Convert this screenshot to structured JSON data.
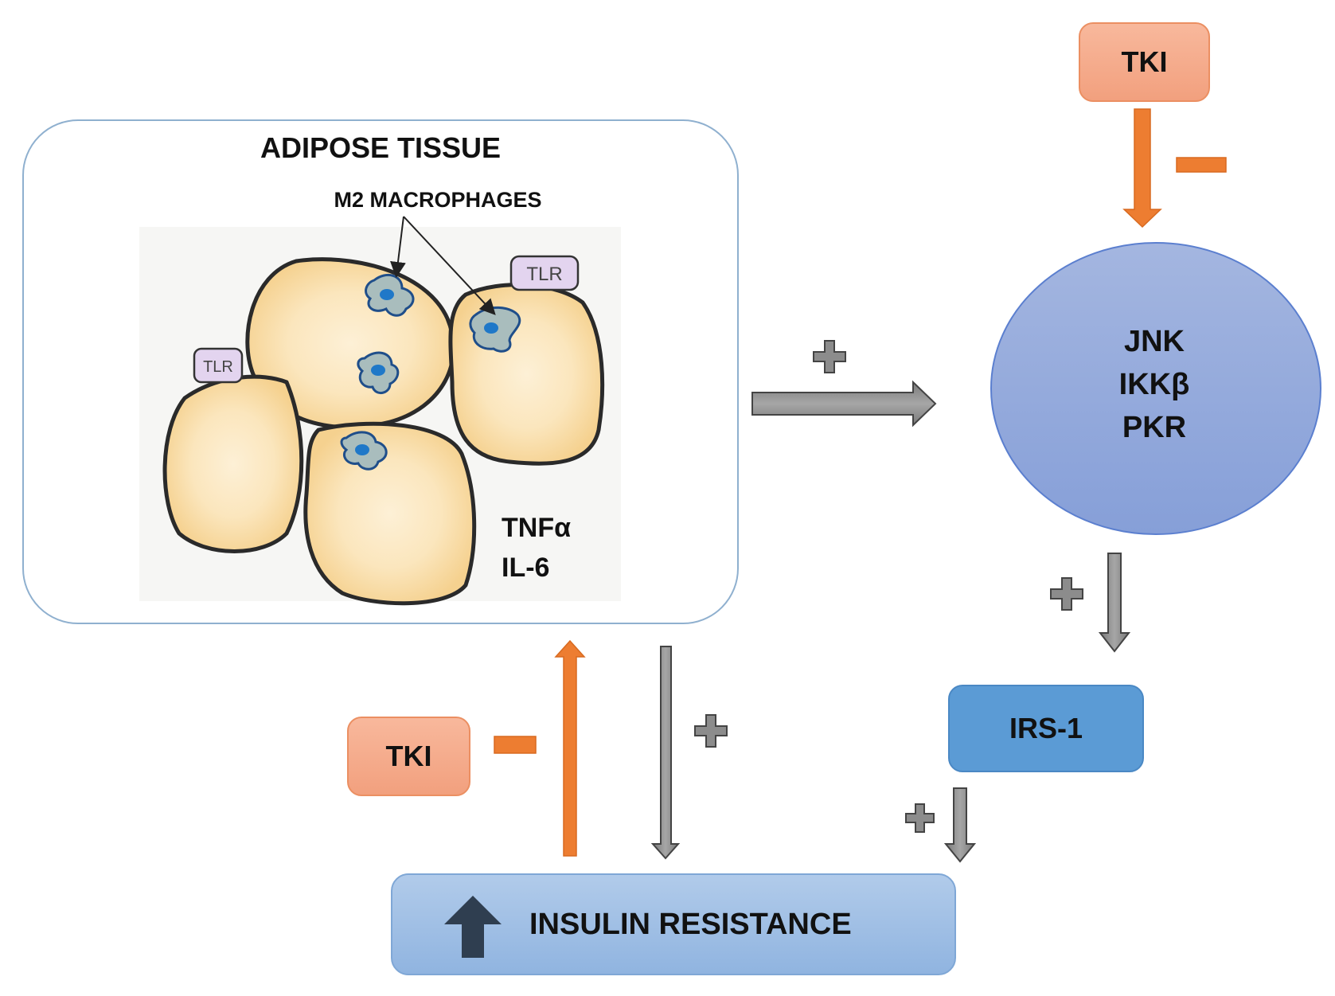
{
  "adipose_tissue": {
    "title": "ADIPOSE TISSUE",
    "macrophage_label": "M2 MACROPHAGES",
    "receptor_labels": [
      "TLR",
      "TLR"
    ],
    "cytokines": [
      "TNFα",
      "IL-6"
    ]
  },
  "tki_top": {
    "label": "TKI",
    "effect": "−"
  },
  "tki_left": {
    "label": "TKI",
    "effect": "−"
  },
  "kinases": {
    "lines": [
      "JNK",
      "IKKβ",
      "PKR"
    ]
  },
  "irs": {
    "label": "IRS-1"
  },
  "insulin_resistance": {
    "label": "INSULIN RESISTANCE",
    "icon": "up-arrow-icon"
  },
  "arrows": {
    "tissue_to_kinases": "+",
    "kinases_to_irs": "+",
    "irs_to_insulin_resistance": "+",
    "tissue_to_insulin_resistance": "+",
    "insulin_resistance_to_tissue_inhibited": "−"
  },
  "colors": {
    "orange": "#ed7d31",
    "gray_arrow": "#8c8c8c",
    "tki_fill": "#f4a582",
    "circle_fill": "#8faadc",
    "irs_fill": "#5b9bd5",
    "ir_fill": "#9dbde4",
    "adipocyte": "#f7d79a",
    "macrophage": "#a9bdbd",
    "nucleus": "#1f78c8",
    "tlr": "#e3d4ef"
  }
}
